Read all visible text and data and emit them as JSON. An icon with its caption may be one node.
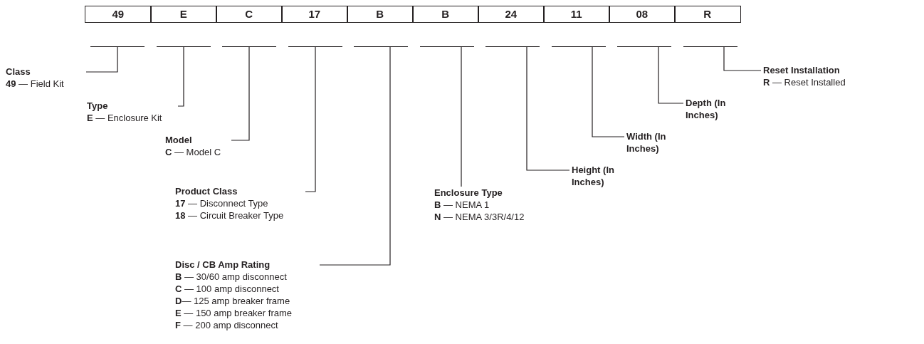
{
  "diagram": {
    "nodes": [
      {
        "text": [
          "49"
        ]
      },
      {
        "text": [
          "E"
        ]
      },
      {
        "text": [
          "C"
        ]
      },
      {
        "text": [
          "17"
        ]
      },
      {
        "text": [
          "B"
        ]
      },
      {
        "text": [
          "B"
        ]
      },
      {
        "text": [
          "24"
        ]
      },
      {
        "text": [
          "11"
        ]
      },
      {
        "text": [
          "08"
        ]
      },
      {
        "text": [
          "R"
        ]
      },
      {
        "text": [],
        "shape": "line"
      },
      {
        "text": [],
        "shape": "line"
      },
      {
        "text": [],
        "shape": "line"
      },
      {
        "text": [],
        "shape": "line"
      },
      {
        "text": [],
        "shape": "line"
      },
      {
        "text": [],
        "shape": "line"
      },
      {
        "text": [],
        "shape": "line"
      },
      {
        "text": [],
        "shape": "line"
      },
      {
        "text": [],
        "shape": "line"
      },
      {
        "text": [],
        "shape": "line"
      },
      {
        "text": [
          "Class",
          "**49** — Field Kit"
        ]
      },
      {
        "text": [
          "Type",
          "**E** —  Enclosure Kit"
        ]
      },
      {
        "text": [
          "Model",
          "**C** — Model C"
        ]
      },
      {
        "text": [
          "Product Class",
          "**17** — Disconnect Type",
          "**18** — Circuit Breaker Type"
        ]
      },
      {
        "text": [
          "Disc / CB Amp Rating",
          "**B** — 30/60 amp disconnect",
          "**C** — 100 amp disconnect",
          "**D**— 125 amp breaker frame",
          "**E** — 150 amp breaker frame",
          "**F** — 200 amp disconnect"
        ]
      },
      {
        "text": [
          "Enclosure Type",
          "**B** — NEMA 1",
          "**N** — NEMA 3/3R/4/12"
        ]
      },
      {
        "text": [
          "Height (In Inches)"
        ]
      },
      {
        "text": [
          "Width (In Inches)"
        ]
      },
      {
        "text": [
          "Depth (In Inches)"
        ]
      },
      {
        "text": [
          "Reset Installation",
          "**R** — Reset Installed"
        ]
      }
    ],
    "edges": [
      {
        "from": 20,
        "to": 10,
        "arrow": "none"
      },
      {
        "from": 21,
        "to": 11,
        "arrow": "none"
      },
      {
        "from": 22,
        "to": 12,
        "arrow": "none"
      },
      {
        "from": 23,
        "to": 13,
        "arrow": "none"
      },
      {
        "from": 24,
        "to": 14,
        "arrow": "none"
      },
      {
        "from": 25,
        "to": 15,
        "arrow": "none"
      },
      {
        "from": 26,
        "to": 16,
        "arrow": "none"
      },
      {
        "from": 27,
        "to": 17,
        "arrow": "none"
      },
      {
        "from": 28,
        "to": 18,
        "arrow": "none"
      },
      {
        "from": 29,
        "to": 19,
        "arrow": "none"
      }
    ]
  }
}
